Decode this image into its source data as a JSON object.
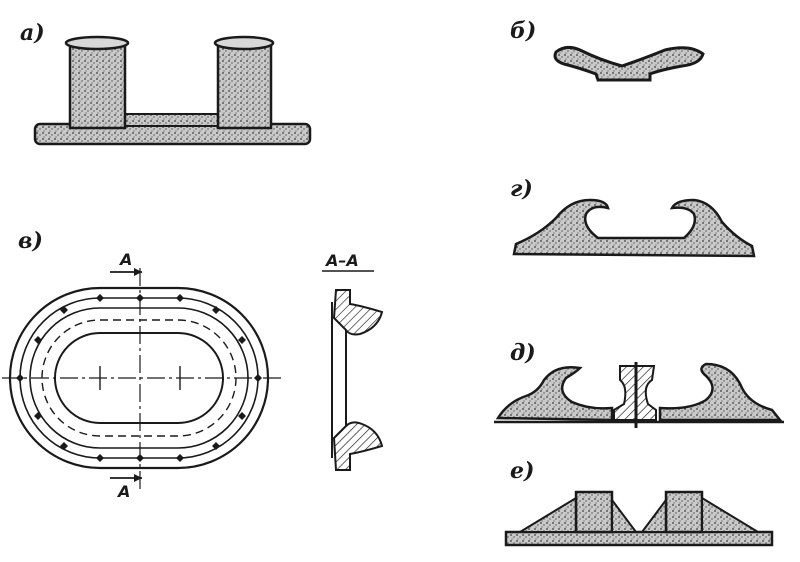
{
  "labels": {
    "a": "a)",
    "b": "б)",
    "v": "в)",
    "g": "г)",
    "d": "д)",
    "e": "е)"
  },
  "section": {
    "title": "A–A",
    "marker_top": "A",
    "marker_bottom": "A"
  },
  "colors": {
    "ink": "#1a1a1a",
    "stipple": "#6b6b6b",
    "background": "#ffffff"
  }
}
